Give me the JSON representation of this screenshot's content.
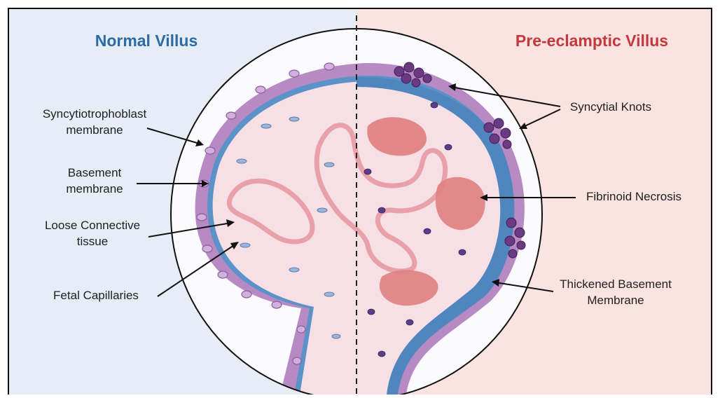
{
  "titles": {
    "left": "Normal Villus",
    "right": "Pre-eclamptic Villus"
  },
  "labels": {
    "syncytiotrophoblast": [
      "Syncytiotrophoblast",
      "membrane"
    ],
    "basement": [
      "Basement",
      "membrane"
    ],
    "loose_connective": [
      "Loose Connective",
      "tissue"
    ],
    "fetal_capillaries": [
      "Fetal Capillaries"
    ],
    "syncytial_knots": [
      "Syncytial Knots"
    ],
    "fibrinoid_necrosis": [
      "Fibrinoid Necrosis"
    ],
    "thickened_basement": [
      "Thickened Basement",
      "Membrane"
    ]
  },
  "colors": {
    "left_background": "#e6edf7",
    "right_background": "#fbe3e1",
    "left_title": "#2e6aa3",
    "right_title": "#c2393c",
    "trophoblast": "#b88ac4",
    "basement_membrane": "#5b93c9",
    "stroma": "#f6dfe5",
    "capillary": "#e9a1a9",
    "fibrinoid": "#e07f80",
    "knot": "#6a3a83"
  }
}
